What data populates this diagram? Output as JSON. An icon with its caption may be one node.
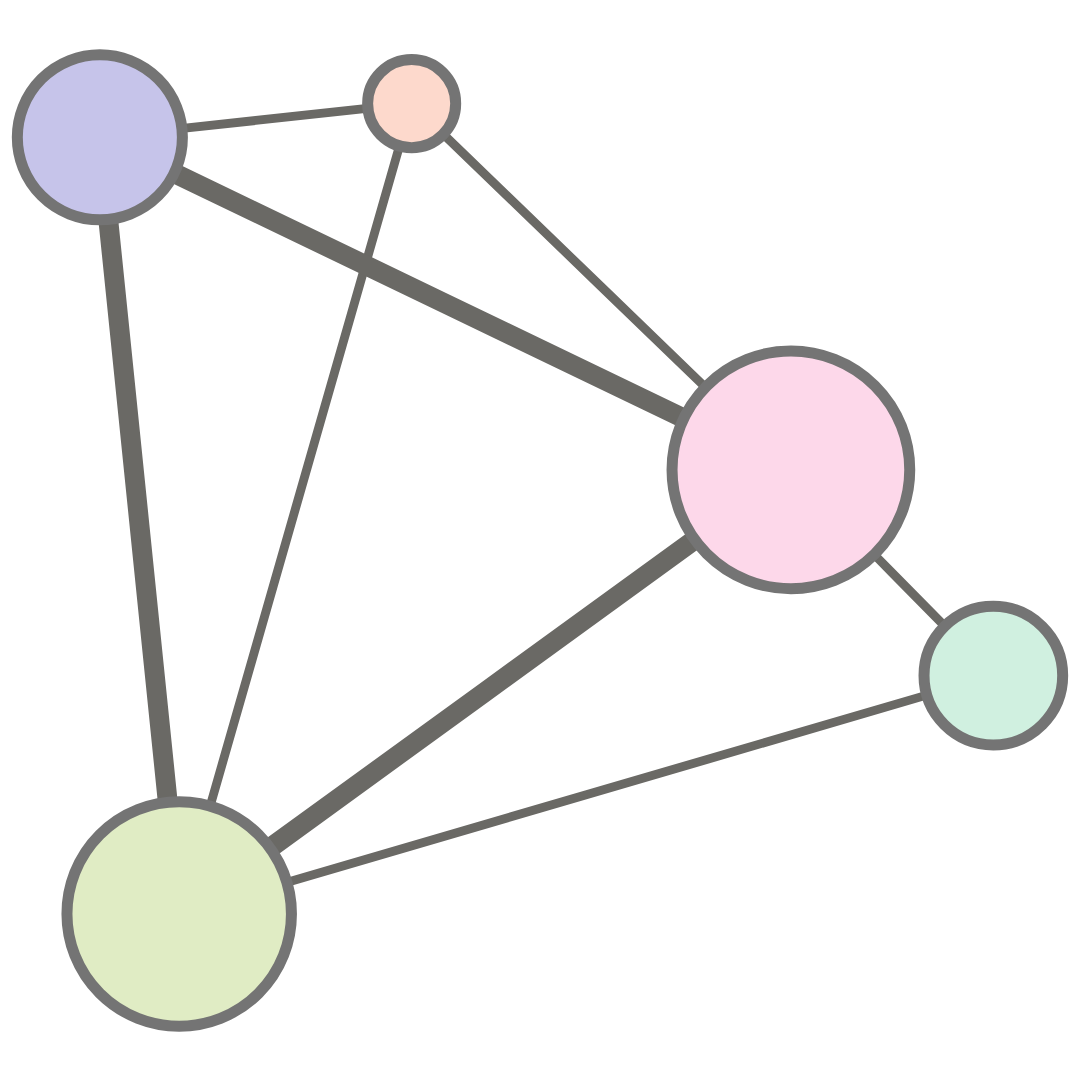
{
  "diagram": {
    "nodes": [
      {
        "text": [],
        "shape": "circle"
      },
      {
        "text": [],
        "shape": "circle"
      },
      {
        "text": [],
        "shape": "circle"
      },
      {
        "text": [],
        "shape": "circle"
      },
      {
        "text": [],
        "shape": "circle"
      }
    ],
    "edges": [
      {
        "from": 1,
        "to": 0,
        "arrow": "none"
      },
      {
        "from": 1,
        "to": 2,
        "arrow": "none",
        "style": "thick"
      },
      {
        "from": 1,
        "to": 4,
        "arrow": "none",
        "style": "thick"
      },
      {
        "from": 0,
        "to": 2,
        "arrow": "none"
      },
      {
        "from": 0,
        "to": 4,
        "arrow": "none"
      },
      {
        "from": 2,
        "to": 3,
        "arrow": "none"
      },
      {
        "from": 2,
        "to": 4,
        "arrow": "none",
        "style": "thick"
      },
      {
        "from": 3,
        "to": 4,
        "arrow": "none"
      }
    ]
  }
}
